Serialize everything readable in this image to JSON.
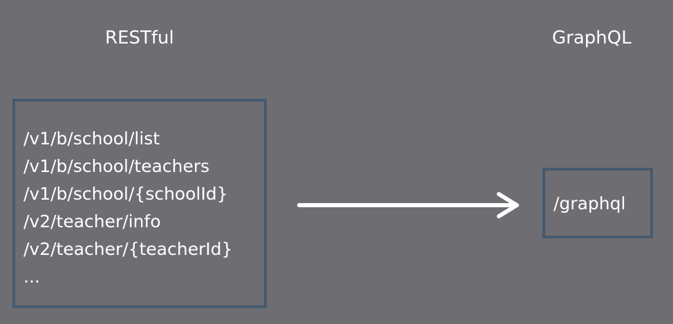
{
  "restful": {
    "title": "RESTful",
    "endpoints": [
      "/v1/b/school/list",
      "/v1/b/school/teachers",
      "/v1/b/school/{schoolId}",
      "/v2/teacher/info",
      "/v2/teacher/{teacherId}",
      "..."
    ]
  },
  "graphql": {
    "title": "GraphQL",
    "endpoint": "/graphql"
  },
  "colors": {
    "background": "#6e6d72",
    "box_border": "#445a70",
    "text": "#ffffff",
    "arrow": "#ffffff"
  },
  "icons": {
    "arrow": "arrow-right-icon"
  }
}
